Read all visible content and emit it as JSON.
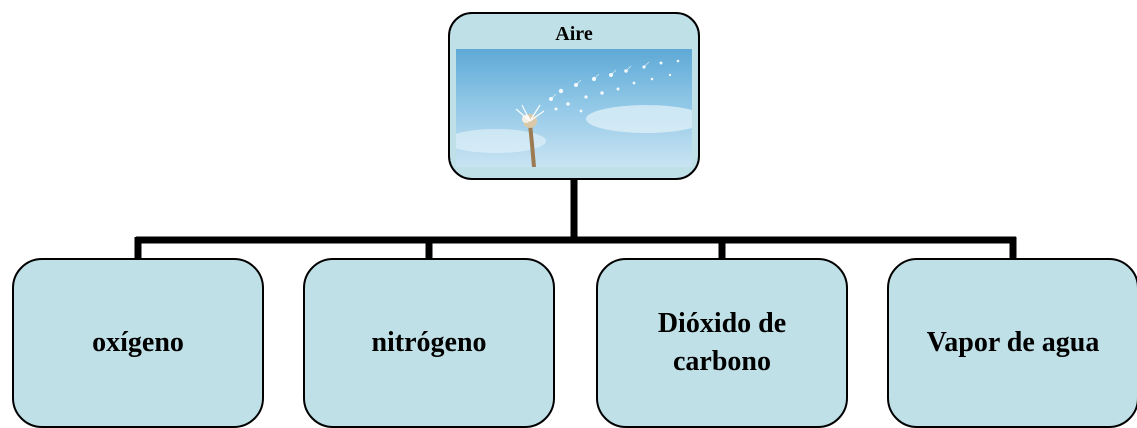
{
  "root": {
    "title": "Aire",
    "image": "dandelion-seeds-blowing-in-sky"
  },
  "children": [
    {
      "label": "oxígeno"
    },
    {
      "label": "nitrógeno"
    },
    {
      "label": "Dióxido de carbono"
    },
    {
      "label": "Vapor de agua"
    }
  ],
  "colors": {
    "node_fill": "#bfe0e6",
    "border": "#000000",
    "connector": "#000000"
  }
}
